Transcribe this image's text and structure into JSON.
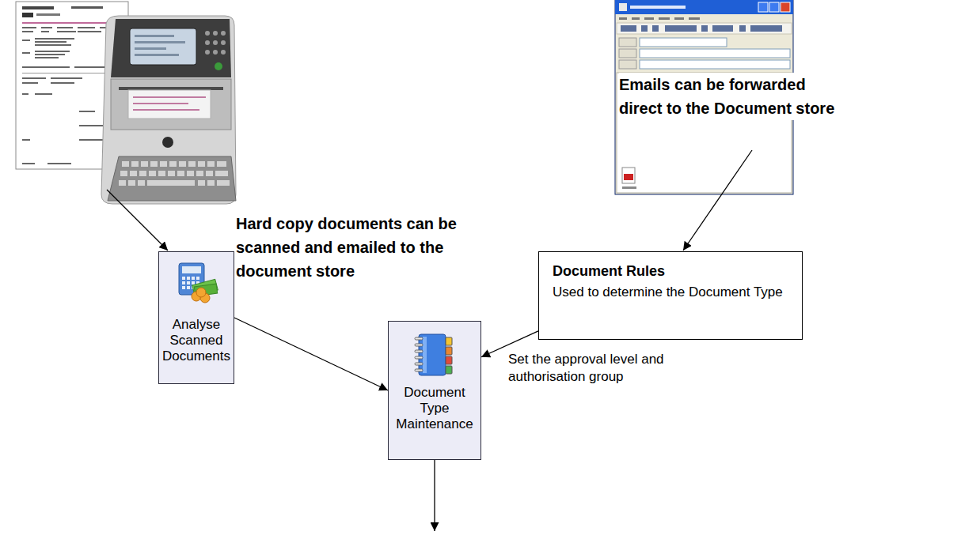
{
  "diagram": {
    "nodes": [
      {
        "text": [
          "Analyse Scanned Documents"
        ]
      },
      {
        "text": [
          "Document Rules",
          "Used to determine the Document Type"
        ]
      },
      {
        "text": [
          "Document Type Maintenance"
        ]
      }
    ],
    "edges": [
      {
        "from": 0,
        "to": 2,
        "arrow": "to"
      },
      {
        "from": 1,
        "to": 2,
        "arrow": "to"
      }
    ],
    "labels": [
      "Hard copy documents can be scanned and emailed to the document store",
      "Emails can be forwarded direct to the Document store",
      "Set the approval level and authorisation group"
    ]
  }
}
